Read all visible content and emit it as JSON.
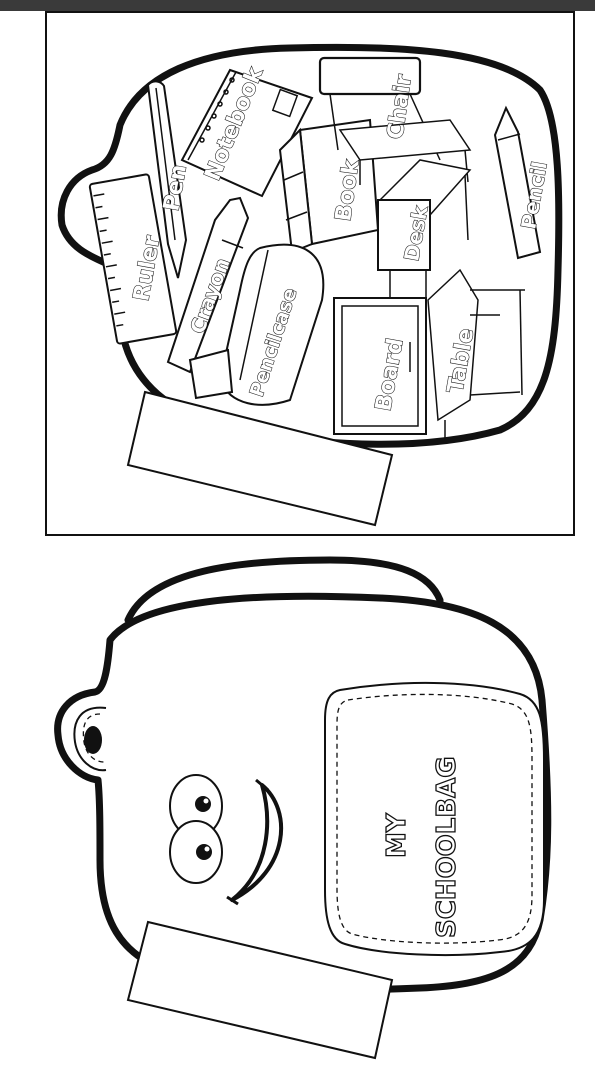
{
  "labels": {
    "ruler": "Ruler",
    "pen": "Pen",
    "notebook": "Notebook",
    "book": "Book",
    "chair": "Chair",
    "pencil": "Pencil",
    "crayon": "Crayon",
    "pencilcase": "Pencilcase",
    "desk": "Desk",
    "board": "Board",
    "table": "Table"
  },
  "cover": {
    "title_line1": "MY",
    "title_line2": "SCHOOLBAG"
  }
}
